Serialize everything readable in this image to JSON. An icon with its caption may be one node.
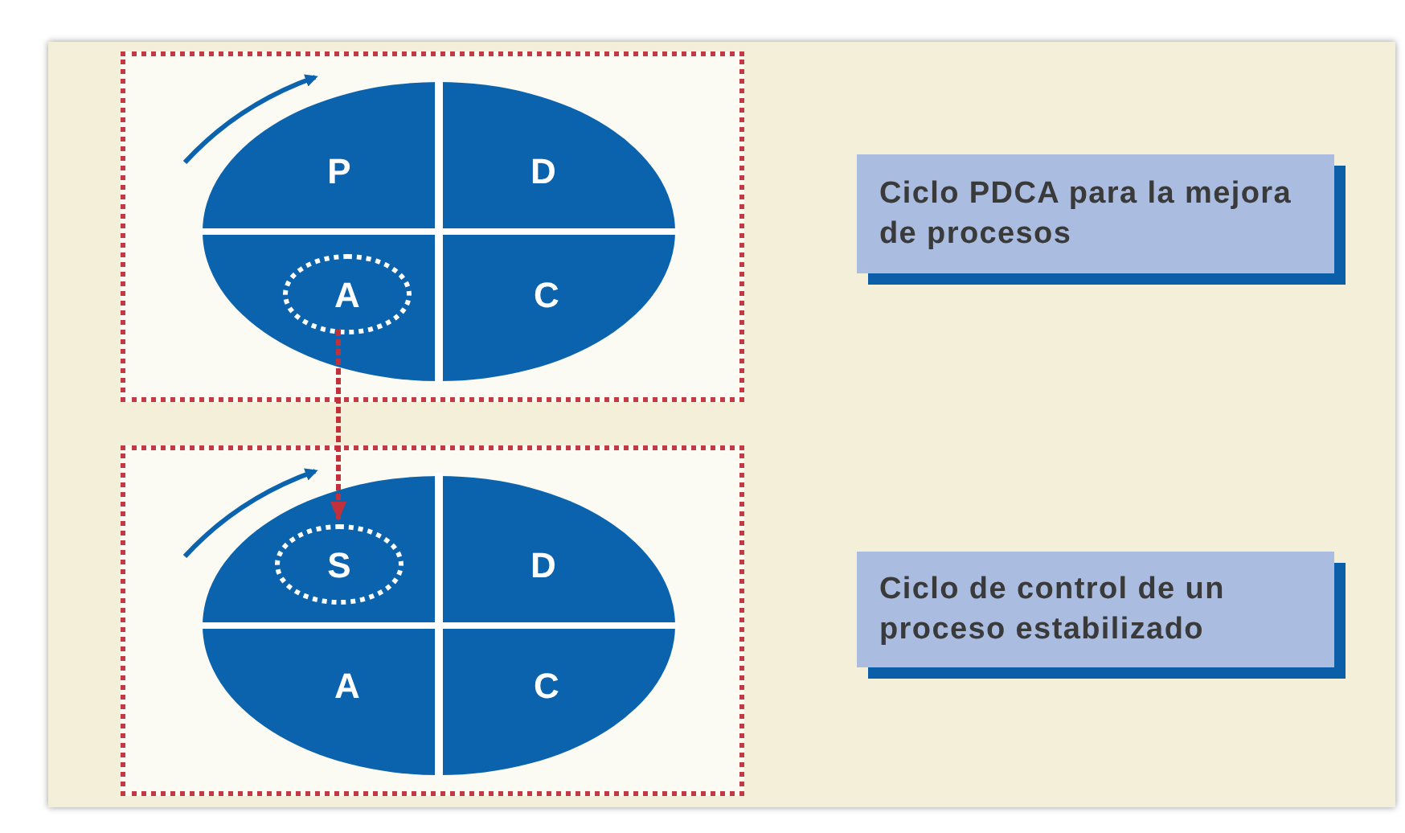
{
  "diagram": {
    "nodes": [
      {
        "text": [],
        "shape": "box"
      },
      {
        "text": [
          "P"
        ],
        "in": 0
      },
      {
        "text": [
          "D"
        ],
        "in": 0
      },
      {
        "text": [
          "A"
        ],
        "in": 0
      },
      {
        "text": [
          "C"
        ],
        "in": 0
      },
      {
        "text": [
          "Ciclo PDCA para la mejora de procesos"
        ]
      },
      {
        "text": [],
        "shape": "box"
      },
      {
        "text": [
          "S"
        ],
        "in": 6
      },
      {
        "text": [
          "D"
        ],
        "in": 6
      },
      {
        "text": [
          "A"
        ],
        "in": 6
      },
      {
        "text": [
          "C"
        ],
        "in": 6
      },
      {
        "text": [
          "Ciclo de control de un proceso estabilizado"
        ]
      }
    ],
    "edges": [
      {
        "from": 3,
        "to": 7,
        "arrow": "to",
        "style": "dashed",
        "color": "#c0313b"
      }
    ]
  }
}
